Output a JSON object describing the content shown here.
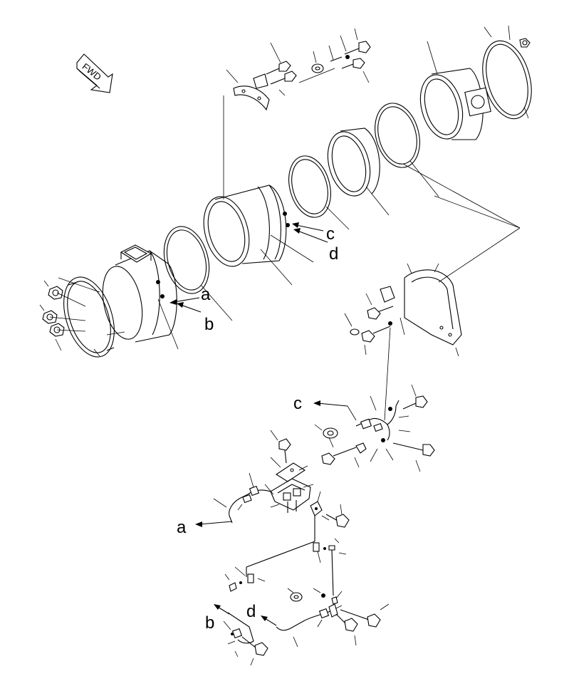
{
  "fwd_label": "FWD",
  "refs": {
    "a_top": "a",
    "b_top": "b",
    "c_top": "c",
    "d_top": "d",
    "c_bottom": "c",
    "a_bottom": "a",
    "b_bottom": "b",
    "d_bottom": "d"
  }
}
